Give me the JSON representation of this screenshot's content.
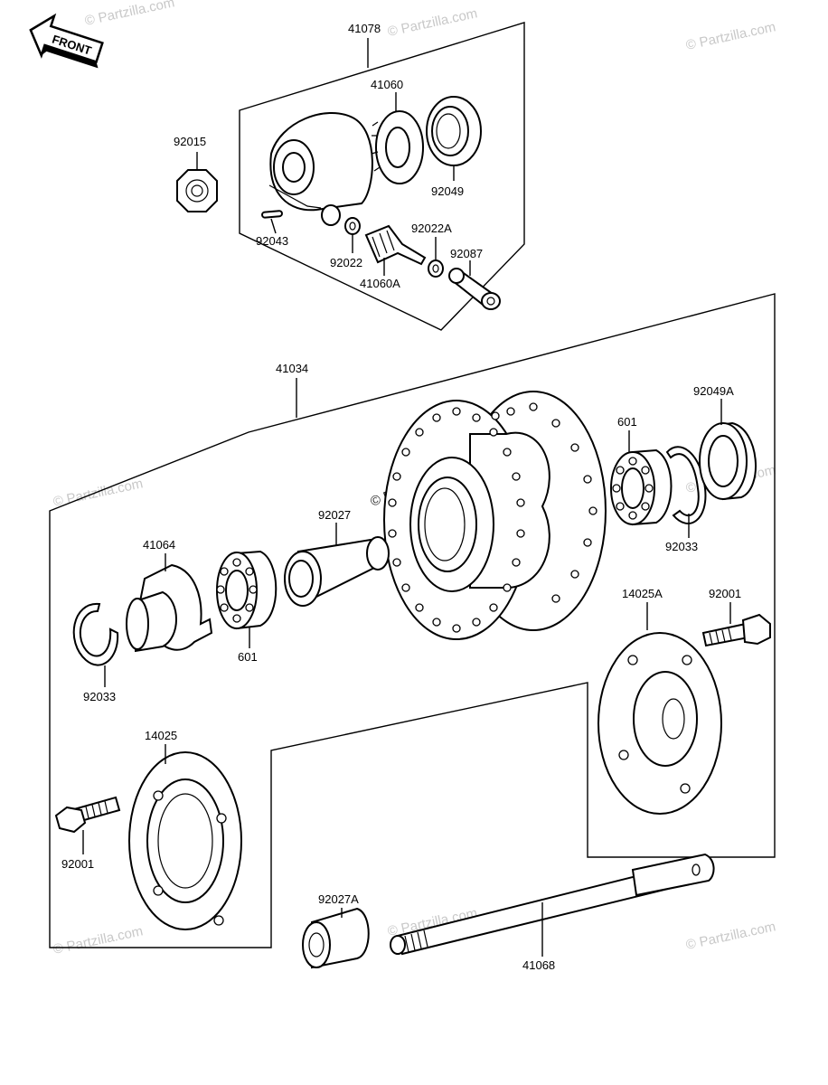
{
  "front_badge": "FRONT",
  "watermark": "© Partzilla.com",
  "parts": {
    "p41078": "41078",
    "p41060": "41060",
    "p92015": "92015",
    "p92049": "92049",
    "p92043": "92043",
    "p92022A": "92022A",
    "p92022": "92022",
    "p92087": "92087",
    "p41060A": "41060A",
    "p41034": "41034",
    "p92049A": "92049A",
    "p601_right": "601",
    "p92027": "92027",
    "p41064": "41064",
    "p92033_right": "92033",
    "p14025A": "14025A",
    "p92001_right": "92001",
    "p601_left": "601",
    "p92033_left": "92033",
    "p14025": "14025",
    "p92001_left": "92001",
    "p92027A": "92027A",
    "p41068": "41068"
  }
}
